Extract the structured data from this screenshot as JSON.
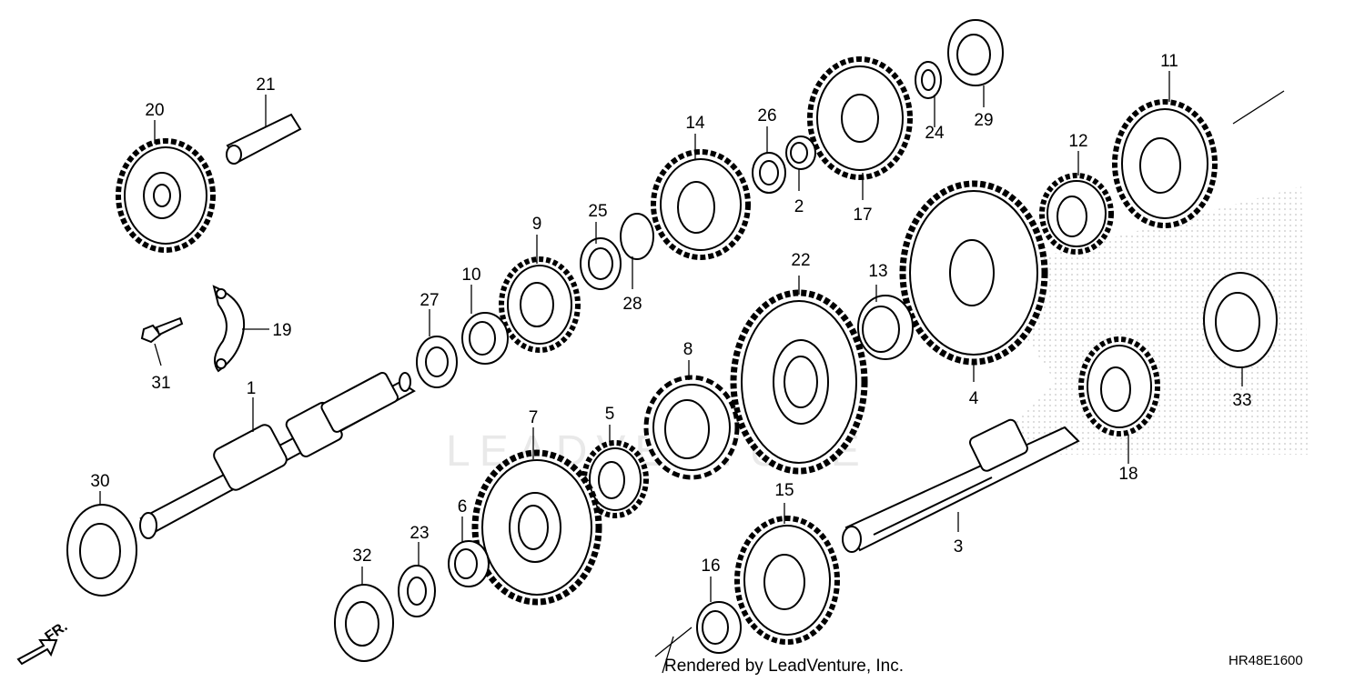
{
  "callouts": {
    "p1": "1",
    "p2": "2",
    "p3": "3",
    "p4": "4",
    "p5": "5",
    "p6": "6",
    "p7": "7",
    "p8": "8",
    "p9": "9",
    "p10": "10",
    "p11": "11",
    "p12": "12",
    "p13": "13",
    "p14": "14",
    "p15": "15",
    "p16": "16",
    "p17": "17",
    "p18": "18",
    "p19": "19",
    "p20": "20",
    "p21": "21",
    "p22": "22",
    "p23": "23",
    "p24": "24",
    "p25": "25",
    "p26": "26",
    "p27": "27",
    "p28": "28",
    "p29": "29",
    "p30": "30",
    "p31": "31",
    "p32": "32",
    "p33": "33"
  },
  "footer": {
    "credit": "Rendered by LeadVenture, Inc.",
    "diagram_code": "HR48E1600"
  },
  "direction": {
    "label": "FR."
  },
  "watermark": {
    "text": "LEADVENTURE"
  },
  "colors": {
    "line": "#000000",
    "background": "#ffffff",
    "watermark": "#e6e6e6"
  }
}
